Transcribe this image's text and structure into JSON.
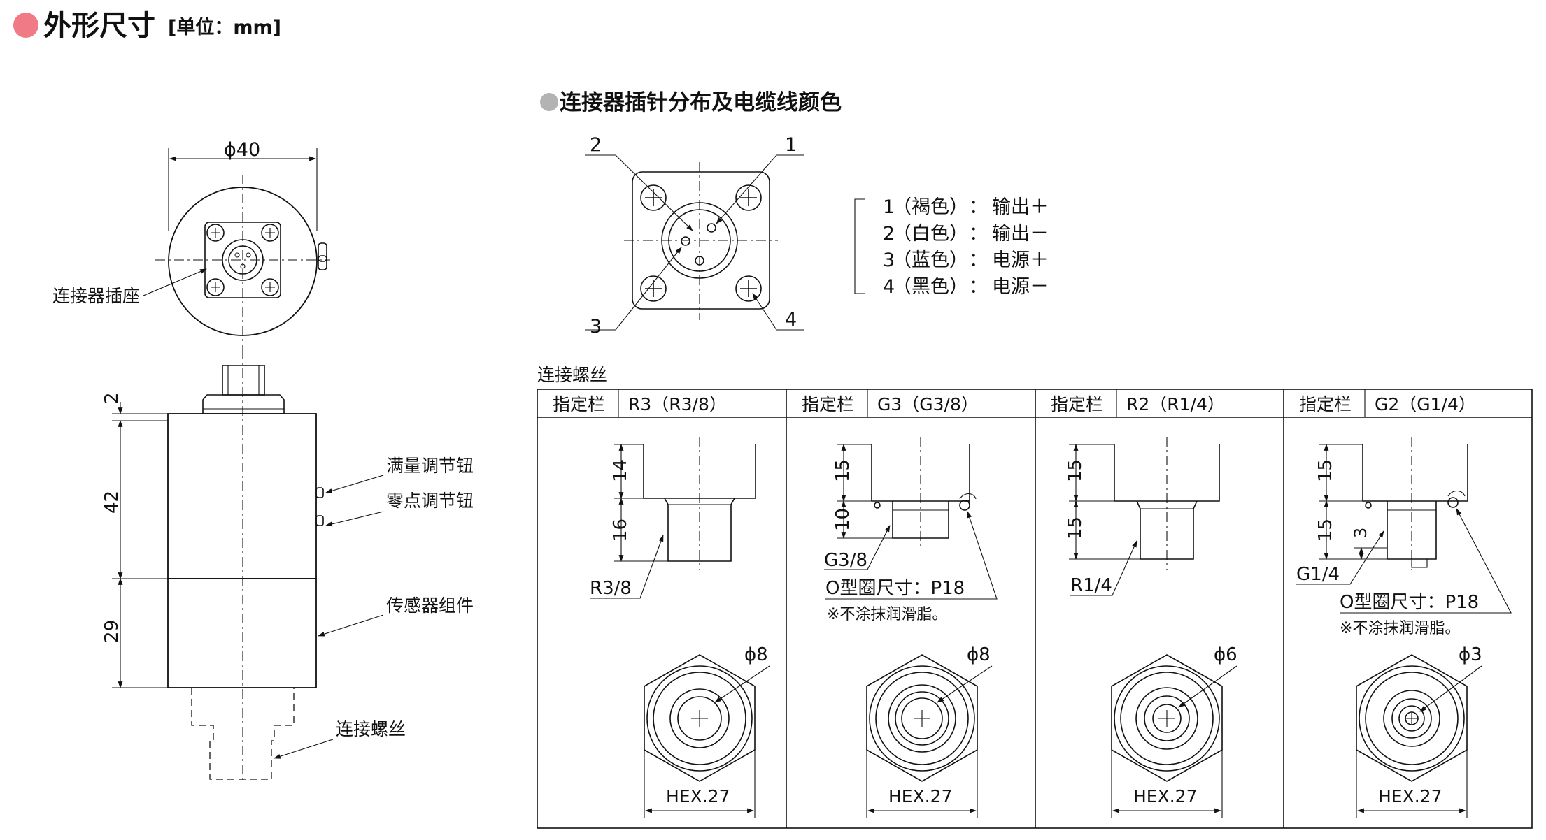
{
  "header": {
    "title": "外形尺寸",
    "unit": "[单位：mm]",
    "bullet_color": "#f07b86"
  },
  "connector_section": {
    "title": "●连接器插针分布及电缆线颜色",
    "bullet_color": "#b3b3b3",
    "pin_numbers": [
      "1",
      "2",
      "3",
      "4"
    ],
    "legend": [
      {
        "pin": "1",
        "color": "（褐色）",
        "sep": "：",
        "func": "输出＋"
      },
      {
        "pin": "2",
        "color": "（白色）",
        "sep": "：",
        "func": "输出－"
      },
      {
        "pin": "3",
        "color": "（蓝色）",
        "sep": "：",
        "func": "电源＋"
      },
      {
        "pin": "4",
        "color": "（黑色）",
        "sep": "：",
        "func": "电源－"
      }
    ]
  },
  "main_drawing": {
    "dia_label": "ϕ40",
    "connector_socket": "连接器插座",
    "full_adjust": "满量调节钮",
    "zero_adjust": "零点调节钮",
    "sensor_assembly": "传感器组件",
    "connect_thread": "连接螺丝",
    "dim_2": "2",
    "dim_42": "42",
    "dim_29": "29"
  },
  "thread_table": {
    "caption": "连接螺丝",
    "columns": [
      {
        "spec_label": "指定栏",
        "spec_value": "R3（R3/8）",
        "dims": [
          "14",
          "16"
        ],
        "thread_label": "R3/8",
        "oring": "",
        "note": "",
        "bore": "ϕ8",
        "hex": "HEX.27"
      },
      {
        "spec_label": "指定栏",
        "spec_value": "G3（G3/8）",
        "dims": [
          "15",
          "10"
        ],
        "thread_label": "G3/8",
        "oring": "O型圈尺寸：P18",
        "note": "※不涂抹润滑脂。",
        "bore": "ϕ8",
        "hex": "HEX.27"
      },
      {
        "spec_label": "指定栏",
        "spec_value": "R2（R1/4）",
        "dims": [
          "15",
          "15"
        ],
        "thread_label": "R1/4",
        "oring": "",
        "note": "",
        "bore": "ϕ6",
        "hex": "HEX.27"
      },
      {
        "spec_label": "指定栏",
        "spec_value": "G2（G1/4）",
        "dims": [
          "15",
          "15",
          "3"
        ],
        "thread_label": "G1/4",
        "oring": "O型圈尺寸：P18",
        "note": "※不涂抹润滑脂。",
        "bore": "ϕ3",
        "hex": "HEX.27"
      }
    ]
  }
}
